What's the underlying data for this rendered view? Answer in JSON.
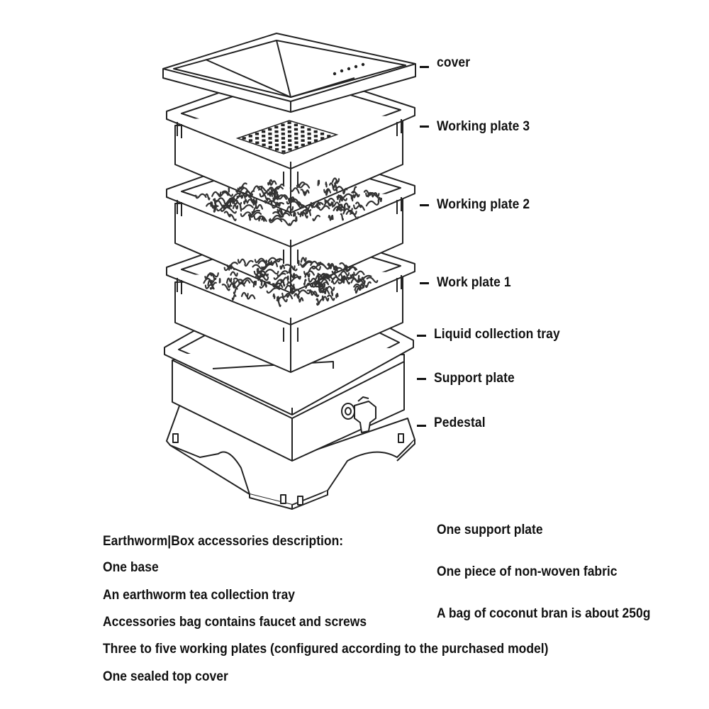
{
  "labels": {
    "cover": "cover",
    "working_plate_3": "Working plate 3",
    "working_plate_2": "Working plate 2",
    "work_plate_1": "Work plate 1",
    "liquid_collection_tray": "Liquid collection tray",
    "support_plate": "Support plate",
    "pedestal": "Pedestal"
  },
  "description": {
    "heading": "Earthworm|Box accessories description:",
    "left_items": [
      "One base",
      "An earthworm tea collection tray",
      "Accessories bag contains faucet and screws",
      "Three to five working plates (configured according to the purchased model)",
      "One sealed top cover"
    ],
    "right_items": [
      "One support plate",
      "One piece of non-woven fabric",
      "A bag of coconut bran is about 250g"
    ]
  },
  "colors": {
    "line": "#222222",
    "fill": "#ffffff",
    "worm": "#333333"
  }
}
